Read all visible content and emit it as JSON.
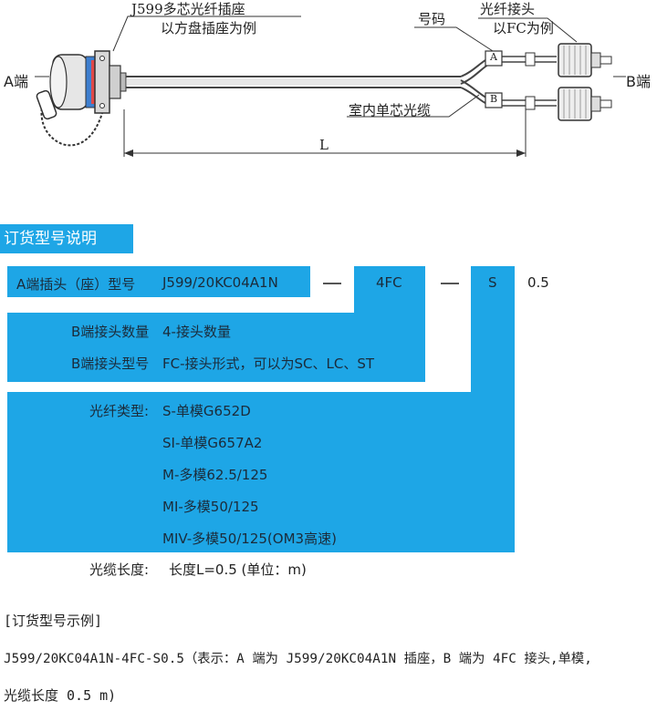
{
  "diagram": {
    "label_connector_line1": "J599多芯光纤插座",
    "label_connector_line2": "以方盘插座为例",
    "label_code": "号码",
    "label_fiber_connector_line1": "光纤接头",
    "label_fiber_connector_line2": "以FC为例",
    "end_a": "A端",
    "end_b": "B端",
    "tag_a": "A",
    "tag_b": "B",
    "label_cable": "室内单芯光缆",
    "length_label": "L"
  },
  "section": {
    "title": "订货型号说明"
  },
  "model_bar": {
    "a_end_label": "A端插头（座）型号",
    "a_end_value": "J599/20KC04A1N",
    "dash": "—",
    "b_code": "4FC",
    "fiber_code": "S",
    "length_code": "0.5"
  },
  "b_end": {
    "count_label": "B端接头数量",
    "count_value": "4-接头数量",
    "type_label": "B端接头型号",
    "type_value": "FC-接头形式，可以为SC、LC、ST"
  },
  "fiber": {
    "label": "光纤类型:",
    "options": [
      "S-单模G652D",
      "SI-单模G657A2",
      "M-多模62.5/125",
      "MI-多模50/125",
      "MIV-多模50/125(OM3高速)"
    ]
  },
  "cable_length": {
    "label": "光缆长度:",
    "value": "长度L=0.5 (单位：m)"
  },
  "example": {
    "title": "[订货型号示例]",
    "line1": "J599/20KC04A1N-4FC-S0.5（表示：A 端为 J599/20KC04A1N 插座，B 端为 4FC 接头,单模,",
    "line2": "光缆长度 0.5 m)"
  }
}
